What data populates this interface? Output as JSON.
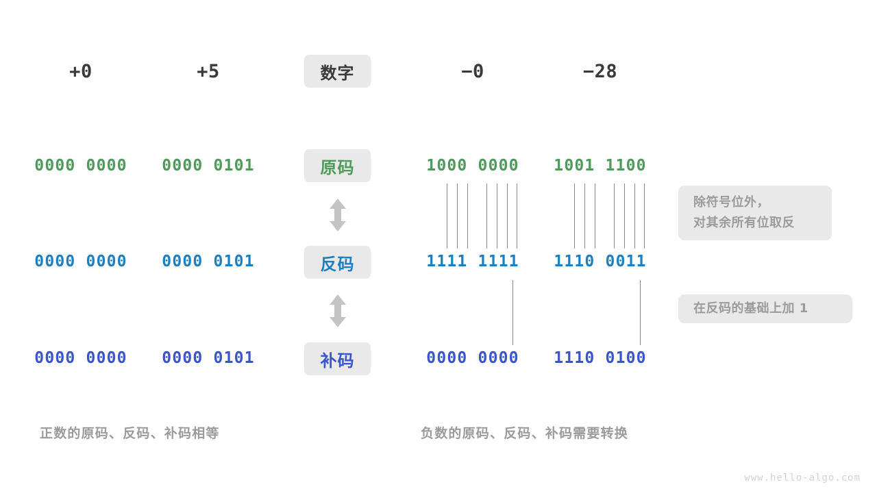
{
  "page": {
    "background": "#ffffff",
    "watermark": "www.hello-algo.com"
  },
  "colors": {
    "sign_magnitude": "#4e9a58",
    "ones_complement": "#1b7fc4",
    "twos_complement": "#3a54cc",
    "badge_background": "#e9e9e9",
    "note_text": "#9b9b9b",
    "header_text": "#3a3a3a",
    "connector_line": "#8a8a8a",
    "arrow": "#c4c4c4"
  },
  "header": {
    "row_label": "数字",
    "columns": [
      {
        "label": "+0"
      },
      {
        "label": "+5"
      },
      {
        "label": "−0"
      },
      {
        "label": "−28"
      }
    ]
  },
  "rows": [
    {
      "badge": "原码",
      "style": "row-yuan",
      "values": [
        "0000 0000",
        "0000 0101",
        "1000 0000",
        "1001 1100"
      ]
    },
    {
      "badge": "反码",
      "style": "row-fan",
      "values": [
        "0000 0000",
        "0000 0101",
        "1111 1111",
        "1110 0011"
      ]
    },
    {
      "badge": "补码",
      "style": "row-bu",
      "values": [
        "0000 0000",
        "0000 0101",
        "0000 0000",
        "1110 0100"
      ]
    }
  ],
  "notes": [
    {
      "line1": "除符号位外，",
      "line2": "对其余所有位取反"
    },
    {
      "line1": "在反码的基础上加 1",
      "line2": ""
    }
  ],
  "captions": {
    "left": "正数的原码、反码、补码相等",
    "right": "负数的原码、反码、补码需要转换"
  },
  "arrows": {
    "top_label": "double-arrow-yuan-to-fan",
    "bottom_label": "double-arrow-fan-to-bu"
  }
}
